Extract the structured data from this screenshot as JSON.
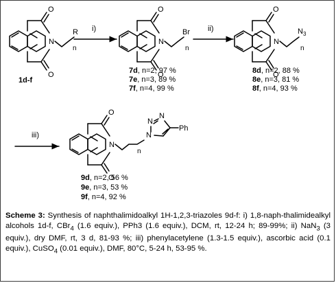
{
  "scheme": {
    "start_label": "1d-f",
    "arrows": [
      "i)",
      "ii)",
      "iii)"
    ],
    "atoms": {
      "o": "O",
      "n": "N",
      "r": "R",
      "br": "Br",
      "n3": "N",
      "n3_sub": "3",
      "sub_n": "n",
      "ph": "Ph"
    },
    "bromides": [
      {
        "id": "7d",
        "rest": ", n=2, 97 %"
      },
      {
        "id": "7e",
        "rest": ", n=3, 89 %"
      },
      {
        "id": "7f",
        "rest": ", n=4, 99 %"
      }
    ],
    "azides": [
      {
        "id": "8d",
        "rest": ", n=2, 88 %"
      },
      {
        "id": "8e",
        "rest": ", n=3, 81 %"
      },
      {
        "id": "8f",
        "rest": ", n=4, 93 %"
      }
    ],
    "triazoles": [
      {
        "id": "9d",
        "rest": ", n=2, 56 %"
      },
      {
        "id": "9e",
        "rest": ", n=3, 53 %"
      },
      {
        "id": "9f",
        "rest": ", n=4, 92 %"
      }
    ]
  },
  "caption": {
    "label": "Scheme 3:",
    "p1": " Synthesis of naphthalimidoalkyl 1H-1,2,3-triazoles 9d-f: i) 1,8-naph-thalimidealkyl alcohols 1d-f, CBr",
    "s1": "4",
    "p2": " (1.6 equiv.), PPh3 (1.6 equiv.), DCM, rt, 12-24 h; 89-99%; ii) NaN",
    "s2": "3",
    "p3": " (3 equiv.), dry DMF, rt, 3 d, 81-93 %; iii) phenylacetylene (1.3-1.5 equiv.), ascorbic acid (0.1 equiv.), CuSO",
    "s3": "4",
    "p4": " (0.01 equiv.), DMF, 80°C, 5-24 h, 53-95 %."
  }
}
